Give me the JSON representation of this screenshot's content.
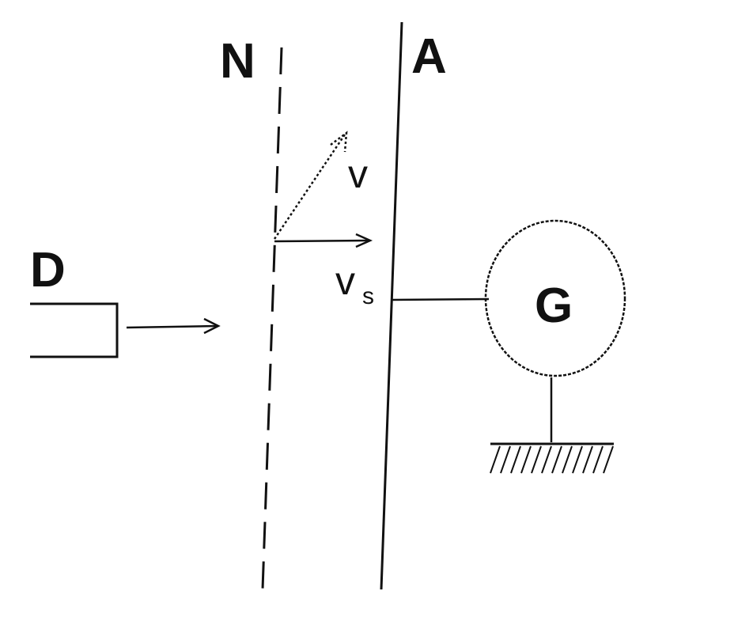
{
  "labels": {
    "N": "N",
    "A": "A",
    "D": "D",
    "v": "v",
    "vs_main": "v",
    "vs_sub": "s",
    "G": "G"
  }
}
